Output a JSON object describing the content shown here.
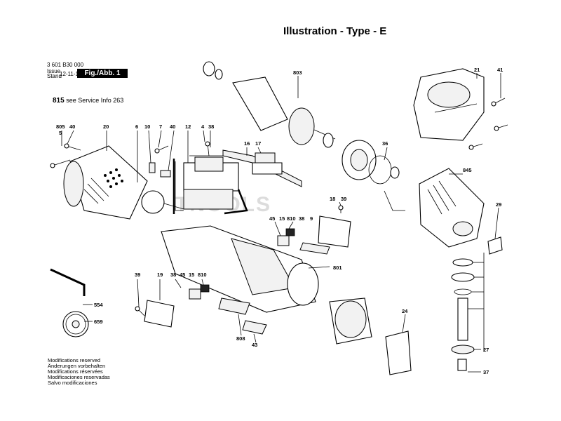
{
  "header": {
    "title": "Illustration - Type - E",
    "part_number": "3 601 B30 000",
    "issue_label_1": "Issue",
    "issue_label_2": "Stand",
    "issue_date": "12-11-13",
    "fig_label": "Fig./Abb. 1",
    "service_num": "815",
    "service_text": "see Service Info 263"
  },
  "watermark": "TNOOLS",
  "footer": {
    "lines": [
      "Modifications reserved",
      "Änderungen vorbehalten",
      "Modifications réservées",
      "Modificaciones reservadas",
      "Salvo modificaciones"
    ]
  },
  "callouts": [
    "805",
    "5",
    "40",
    "20",
    "6",
    "10",
    "7",
    "40",
    "12",
    "4",
    "38",
    "16",
    "17",
    "803",
    "21",
    "41",
    "36",
    "845",
    "18",
    "39",
    "45",
    "15",
    "810",
    "38",
    "9",
    "29",
    "801",
    "39",
    "19",
    "38",
    "45",
    "15",
    "810",
    "554",
    "659",
    "24",
    "808",
    "43",
    "27",
    "37"
  ]
}
